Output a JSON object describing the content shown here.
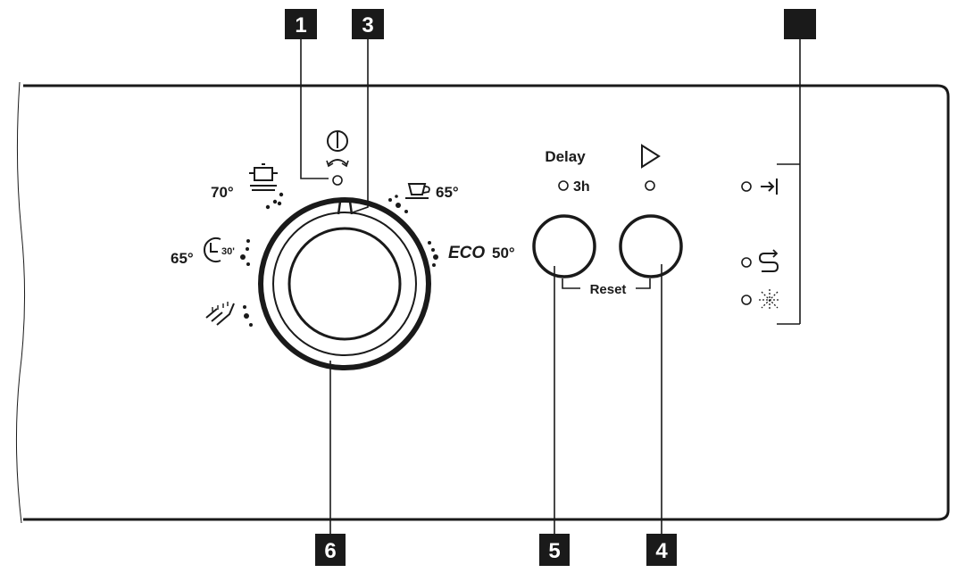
{
  "callouts": {
    "c1": "1",
    "c3": "3",
    "c6": "6",
    "c5": "5",
    "c4": "4",
    "c_unlabeled": ""
  },
  "programs": {
    "intensive_temp": "70°",
    "intensive_icon": "pot-icon",
    "quick_temp": "65°",
    "quick_icon": "clock-30-icon",
    "quick_icon_text": "30'",
    "glass_temp": "65°",
    "glass_icon": "cup-icon",
    "eco_label": "ECO",
    "eco_temp": "50°",
    "prewash_icon": "prewash-shower-icon"
  },
  "power": {
    "icon": "power-icon",
    "sub_icon": "rotate-arrow-icon"
  },
  "buttons": {
    "delay_label": "Delay",
    "delay_value": "3h",
    "start_icon": "play-triangle-icon",
    "reset_label": "Reset"
  },
  "indicators": {
    "end_icon": "end-arrow-icon",
    "rinse_aid_icon": "rinse-aid-icon",
    "salt_icon": "salt-sparkle-icon"
  },
  "colors": {
    "line": "#1a1a1a",
    "callout_bg": "#1a1a1a",
    "callout_text": "#ffffff",
    "panel_bg": "#ffffff"
  }
}
